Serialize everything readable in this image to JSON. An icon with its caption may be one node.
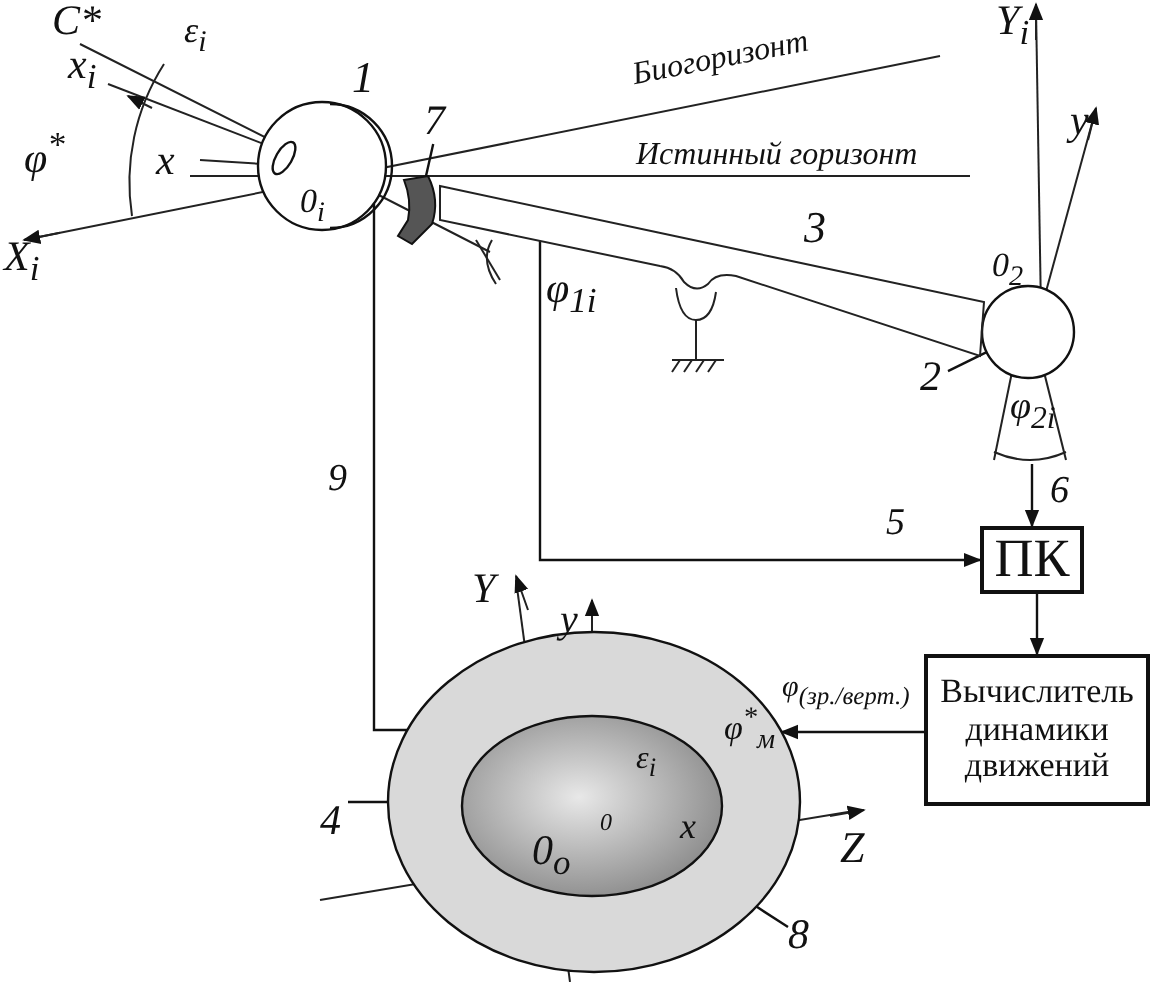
{
  "diagram": {
    "nodes": [
      {
        "text": [],
        "shape": "circle"
      },
      {
        "text": [
          "7"
        ]
      },
      {
        "text": [],
        "shape": "box"
      },
      {
        "text": [],
        "shape": "circle"
      },
      {
        "text": [
          "2"
        ]
      },
      {
        "text": [
          "ПК"
        ]
      },
      {
        "text": [
          "Вычислитель динамики движений"
        ]
      },
      {
        "text": [],
        "shape": "ellipse"
      },
      {
        "text": [],
        "shape": "ellipse",
        "in": 7
      },
      {
        "text": [
          "4"
        ]
      },
      {
        "text": [
          "8"
        ]
      },
      {
        "text": [],
        "shape": "bar"
      }
    ],
    "edges": [
      {
        "from": 1,
        "to": 2,
        "arrow": "none"
      },
      {
        "from": 4,
        "to": 3,
        "arrow": "none"
      },
      {
        "from": 0,
        "to": 8,
        "arrow": "to",
        "label": "9"
      },
      {
        "from": 11,
        "to": 5,
        "arrow": "to",
        "label": "5"
      },
      {
        "from": null,
        "to": 5,
        "arrow": "to",
        "label": "6"
      },
      {
        "from": 5,
        "to": 6,
        "arrow": "to"
      },
      {
        "from": 6,
        "to": 7,
        "arrow": "to",
        "label": "φ$_{(зр./верт.)}$"
      },
      {
        "from": 9,
        "to": 7,
        "arrow": "none"
      },
      {
        "from": 10,
        "to": 7,
        "arrow": "none"
      }
    ],
    "labels": [
      "C*",
      "x$_{i}$",
      "ε$_{i}$",
      "φ$^{*}$",
      "x",
      "X$_{i}$",
      "1",
      "0$_{i}$",
      "Биогоризонт",
      "Истинный горизонт",
      "3",
      "Y$_{i}$",
      "y",
      "0$_{2}$",
      "φ$_{1i}$",
      "φ$_{2i}$",
      "Y",
      "y",
      "ε$_{i}$",
      "φ$^{*}$$_{м}$",
      "0",
      "x",
      "Z",
      "0$_{o}$"
    ]
  }
}
